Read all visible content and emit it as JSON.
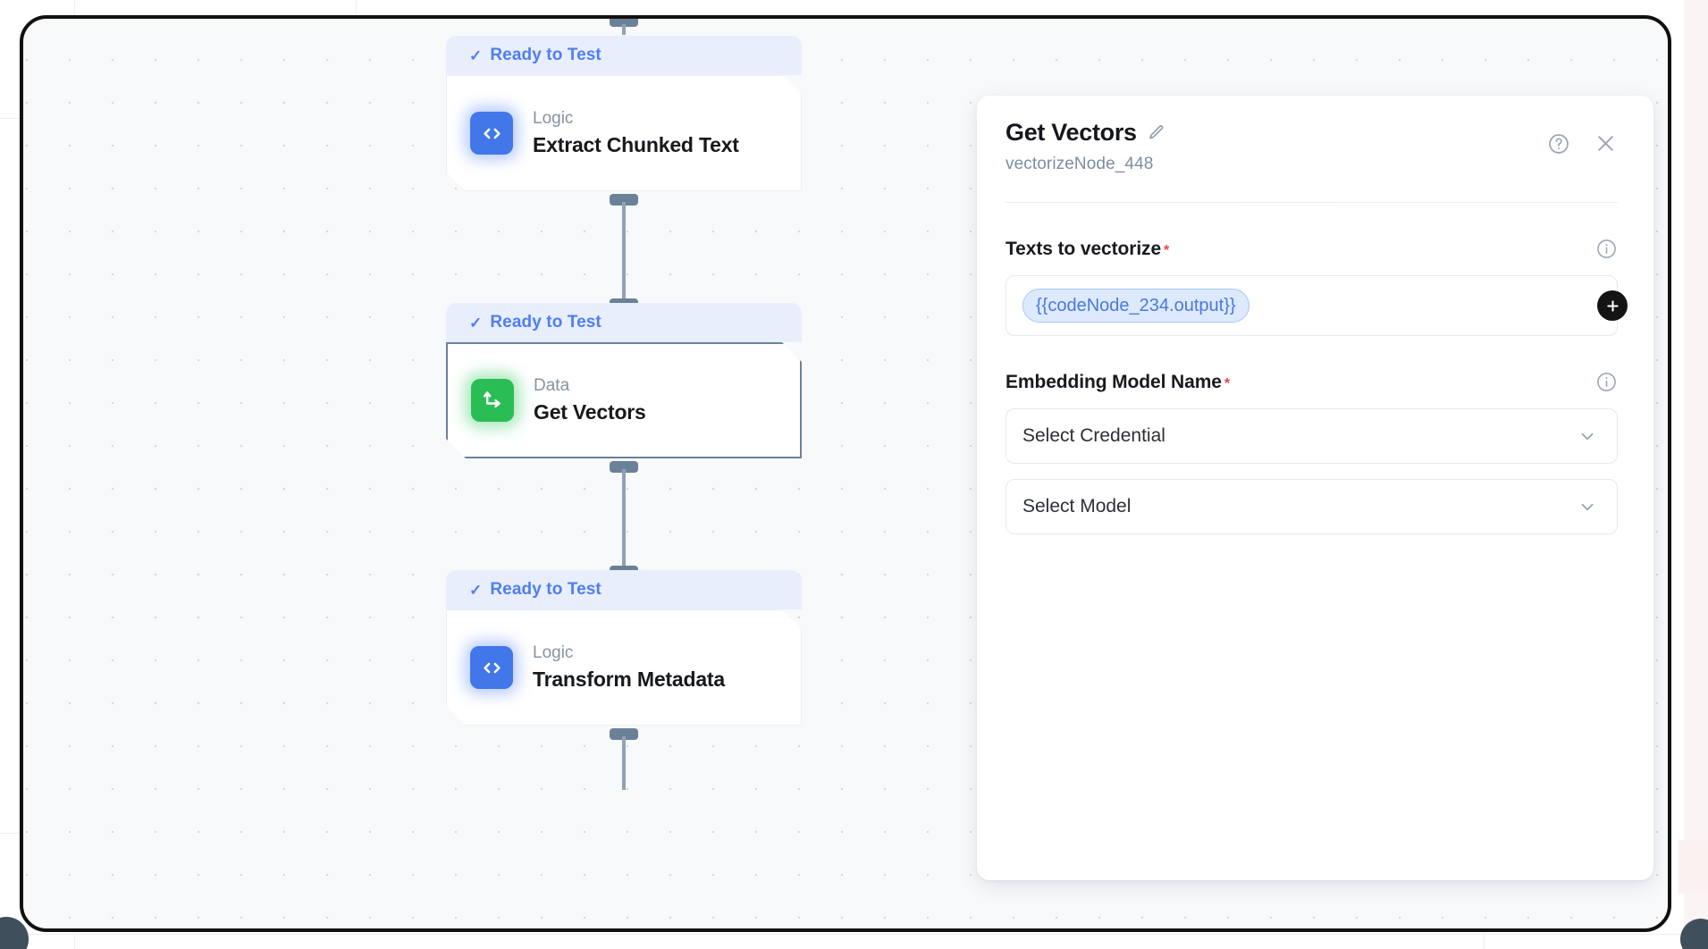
{
  "canvas": {
    "name": "workflow-canvas",
    "grid": "dotted",
    "background_color": "#f7f9fb",
    "frame_border_color": "#111111"
  },
  "nodes": [
    {
      "status": "Ready to Test",
      "status_check": "✓",
      "kind": "Logic",
      "title": "Extract Chunked Text",
      "icon": "code-icon",
      "icon_color": "#4177e8",
      "selected": false
    },
    {
      "status": "Ready to Test",
      "status_check": "✓",
      "kind": "Data",
      "title": "Get Vectors",
      "icon": "vector-axes-icon",
      "icon_color": "#2bbd55",
      "selected": true
    },
    {
      "status": "Ready to Test",
      "status_check": "✓",
      "kind": "Logic",
      "title": "Transform Metadata",
      "icon": "code-icon",
      "icon_color": "#4177e8",
      "selected": false
    }
  ],
  "panel": {
    "title": "Get Vectors",
    "edit_icon": "pencil-icon",
    "subtitle": "vectorizeNode_448",
    "help_icon": "question-circle-icon",
    "close_icon": "close-icon",
    "fields": [
      {
        "label": "Texts to vectorize",
        "required": true,
        "required_marker": "*",
        "info_icon": "info-circle-icon",
        "type": "chips",
        "chips": [
          "{{codeNode_234.output}}"
        ],
        "add_button_icon": "plus-icon"
      },
      {
        "label": "Embedding Model Name",
        "required": true,
        "required_marker": "*",
        "info_icon": "info-circle-icon",
        "type": "selects",
        "selects": [
          {
            "value": "Select Credential",
            "chevron": "chevron-down-icon"
          },
          {
            "value": "Select Model",
            "chevron": "chevron-down-icon"
          }
        ]
      }
    ]
  },
  "colors": {
    "status_accent": "#4f7df3",
    "status_bg": "#e8eefc",
    "required": "#ef4444",
    "chip_text": "#4a77e0",
    "chip_bg": "#ddeafd",
    "edge": "#8ea3b5",
    "handle": "#6b8198"
  }
}
